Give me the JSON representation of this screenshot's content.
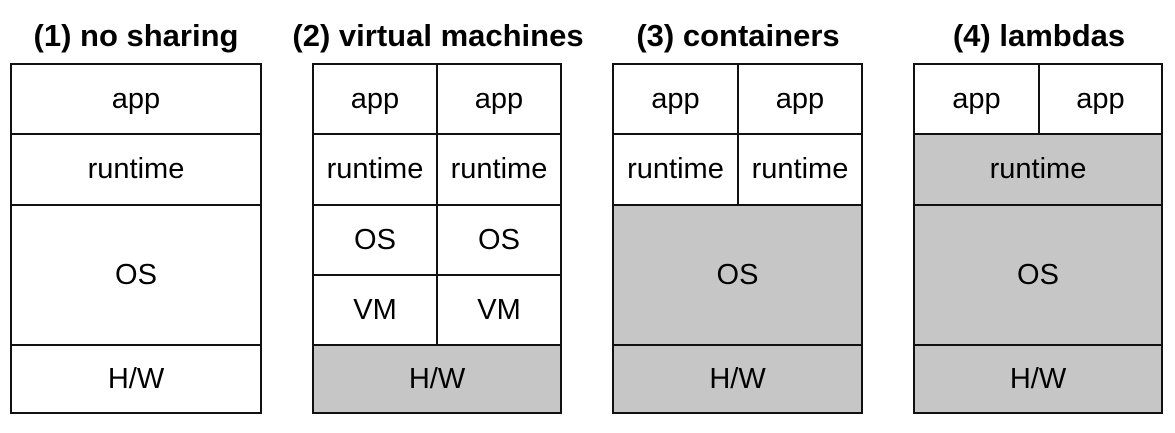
{
  "colors": {
    "shared_fill": "#c6c6c6",
    "own_fill": "#ffffff",
    "border": "#111111"
  },
  "panels": [
    {
      "title": "(1) no sharing",
      "layers": {
        "app": "app",
        "runtime": "runtime",
        "os": "OS",
        "hw": "H/W"
      }
    },
    {
      "title": "(2) virtual machines",
      "layers": {
        "app_left": "app",
        "app_right": "app",
        "runtime_left": "runtime",
        "runtime_right": "runtime",
        "os_left": "OS",
        "os_right": "OS",
        "vm_left": "VM",
        "vm_right": "VM",
        "hw": "H/W"
      }
    },
    {
      "title": "(3) containers",
      "layers": {
        "app_left": "app",
        "app_right": "app",
        "runtime_left": "runtime",
        "runtime_right": "runtime",
        "os": "OS",
        "hw": "H/W"
      }
    },
    {
      "title": "(4) lambdas",
      "layers": {
        "app_left": "app",
        "app_right": "app",
        "runtime": "runtime",
        "os": "OS",
        "hw": "H/W"
      }
    }
  ]
}
